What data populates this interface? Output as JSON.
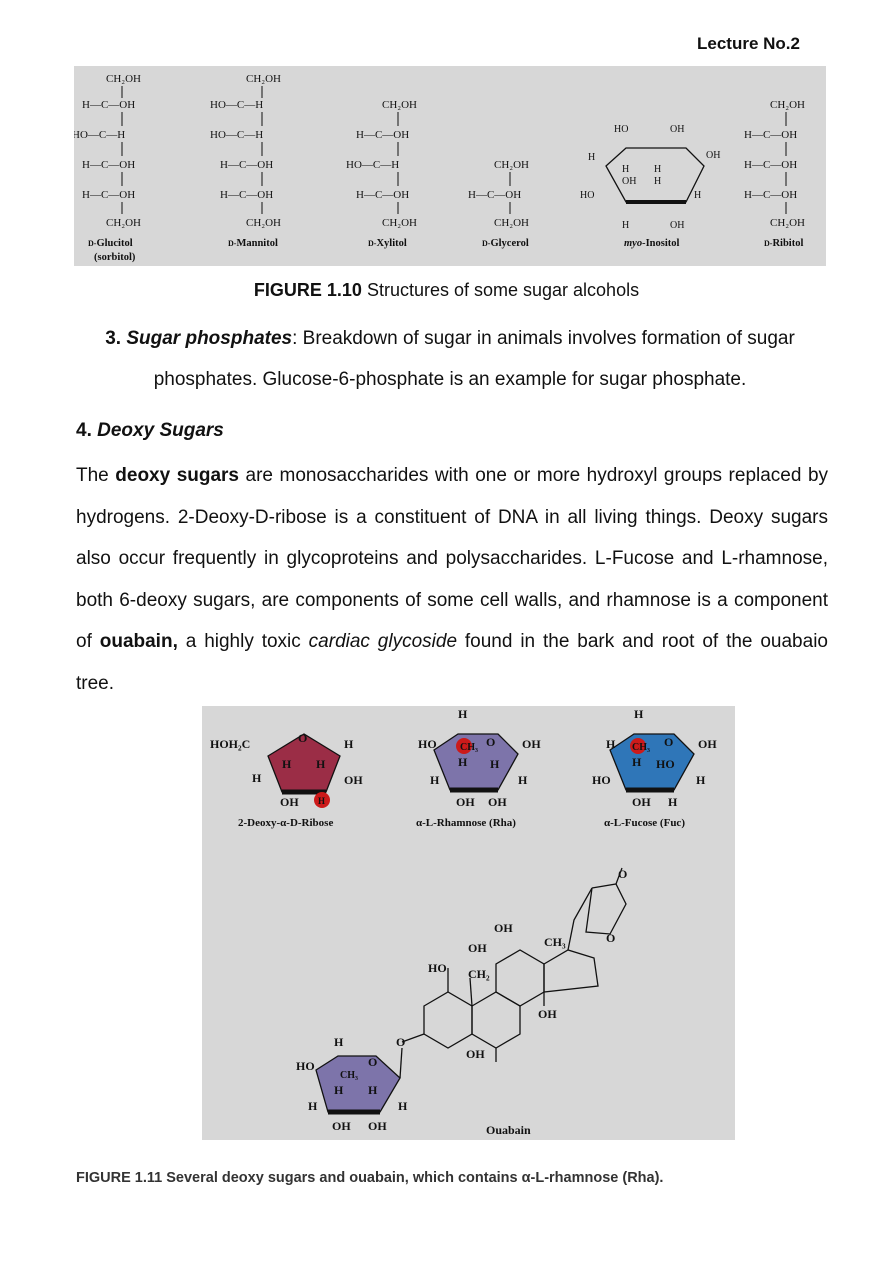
{
  "header": {
    "lecture": "Lecture No.2"
  },
  "figure10": {
    "caption_label": "FIGURE 1.10",
    "caption_text": " Structures of some sugar alcohols",
    "compounds": [
      {
        "prefix": "D-",
        "name": "Glucitol",
        "extra": "(sorbitol)"
      },
      {
        "prefix": "D-",
        "name": "Mannitol",
        "extra": ""
      },
      {
        "prefix": "D-",
        "name": "Xylitol",
        "extra": ""
      },
      {
        "prefix": "D-",
        "name": "Glycerol",
        "extra": ""
      },
      {
        "prefix": "myo-",
        "name": "Inositol",
        "extra": ""
      },
      {
        "prefix": "D-",
        "name": "Ribitol",
        "extra": ""
      }
    ]
  },
  "section3": {
    "number": "3.",
    "title": "Sugar phosphates",
    "text": ": Breakdown of sugar in animals involves formation of sugar phosphates. Glucose-6-phosphate is an example for sugar phosphate."
  },
  "section4": {
    "number": "4.",
    "title": "Deoxy Sugars",
    "p_start": "The ",
    "p_bold1": "deoxy sugars",
    "p_mid1": " are monosaccharides with one or more hydroxyl groups replaced by hydrogens. 2-Deoxy-D-ribose is a constituent of DNA in all living things. Deoxy sugars also occur frequently in glycoproteins and polysaccharides. L-Fucose and L-rhamnose, both 6-deoxy sugars, are components of some cell walls, and rhamnose is a component of ",
    "p_bold2": "ouabain,",
    "p_mid2": " a highly toxic ",
    "p_italic": "cardiac glycoside",
    "p_end": " found in the bark and root of the ouabaio tree."
  },
  "figure11": {
    "labels": {
      "ribose": "2-Deoxy-α-D-Ribose",
      "rhamnose": "α-L-Rhamnose (Rha)",
      "fucose": "α-L-Fucose (Fuc)",
      "ouabain": "Ouabain"
    },
    "caption": "FIGURE 1.11 Several deoxy sugars and ouabain, which contains α-L-rhamnose (Rha).",
    "colors": {
      "ribose": "#9b2d46",
      "rhamnose": "#7d74aa",
      "fucose": "#2f76b8",
      "highlight": "#cc1a1a"
    }
  }
}
